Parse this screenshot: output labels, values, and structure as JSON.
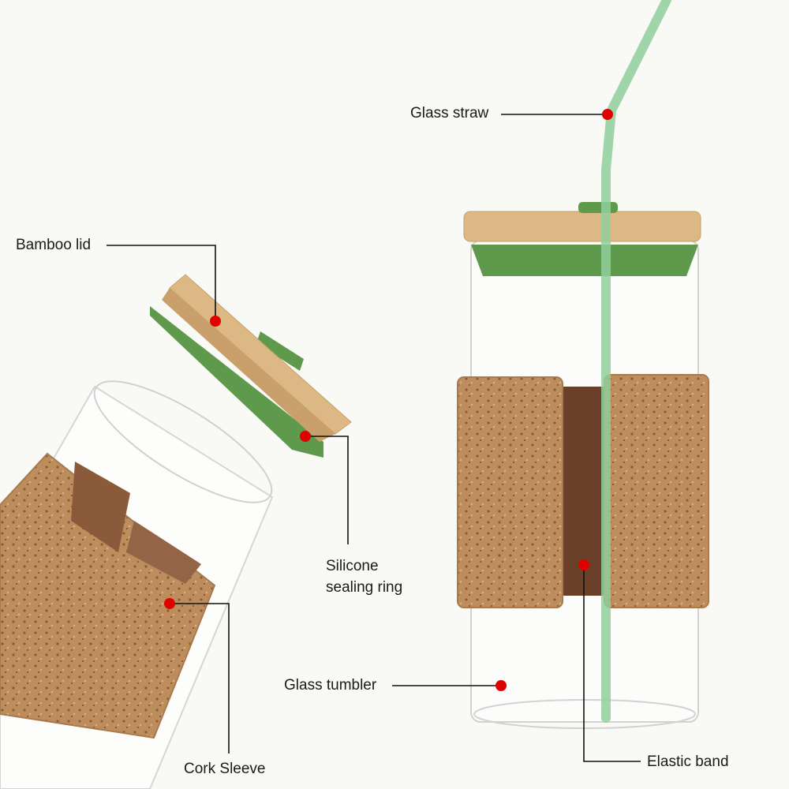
{
  "labels": {
    "glass_straw": "Glass straw",
    "bamboo_lid": "Bamboo lid",
    "silicone_line1": "Silicone",
    "silicone_line2": "sealing ring",
    "glass_tumbler": "Glass tumbler",
    "cork_sleeve": "Cork Sleeve",
    "elastic_band": "Elastic band"
  },
  "colors": {
    "marker": "#e00000",
    "cork": "#b98a5c",
    "bamboo": "#dcb984",
    "silicone": "#5f9a4c",
    "straw": "#8fcf9a",
    "band": "#6b4028"
  }
}
